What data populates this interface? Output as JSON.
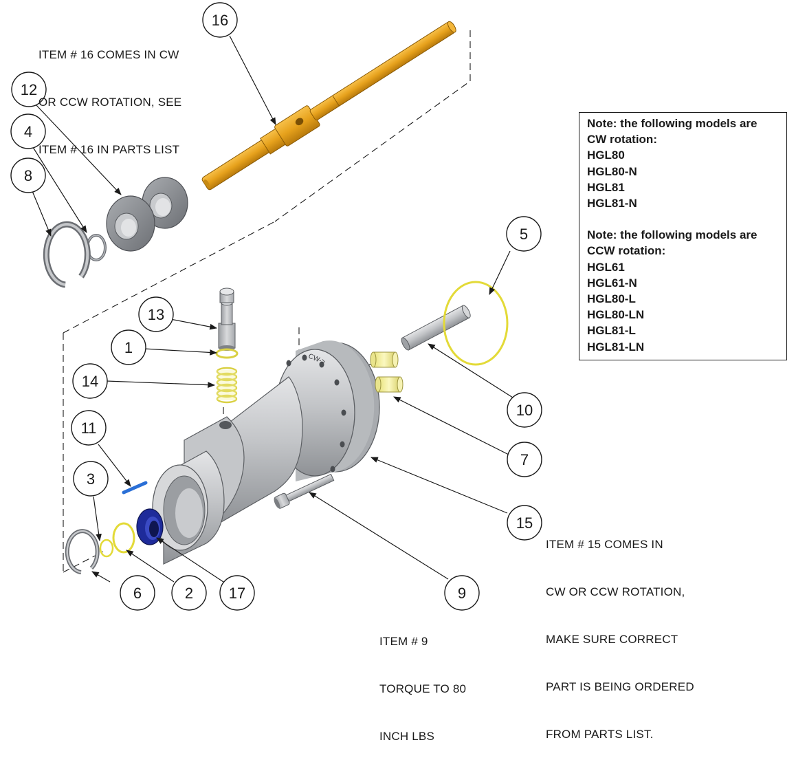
{
  "callouts": [
    {
      "id": "c16",
      "num": "16"
    },
    {
      "id": "c12",
      "num": "12"
    },
    {
      "id": "c4",
      "num": "4"
    },
    {
      "id": "c8",
      "num": "8"
    },
    {
      "id": "c5",
      "num": "5"
    },
    {
      "id": "c13",
      "num": "13"
    },
    {
      "id": "c1",
      "num": "1"
    },
    {
      "id": "c14",
      "num": "14"
    },
    {
      "id": "c11",
      "num": "11"
    },
    {
      "id": "c3",
      "num": "3"
    },
    {
      "id": "c10",
      "num": "10"
    },
    {
      "id": "c7",
      "num": "7"
    },
    {
      "id": "c15",
      "num": "15"
    },
    {
      "id": "c6",
      "num": "6"
    },
    {
      "id": "c2",
      "num": "2"
    },
    {
      "id": "c17",
      "num": "17"
    },
    {
      "id": "c9",
      "num": "9"
    }
  ],
  "notes": {
    "item16": [
      "ITEM # 16 COMES IN CW",
      "OR CCW ROTATION, SEE",
      "ITEM # 16 IN PARTS LIST"
    ],
    "item15": [
      "ITEM # 15 COMES IN",
      "CW OR CCW ROTATION,",
      "MAKE SURE CORRECT",
      "PART IS BEING ORDERED",
      "FROM PARTS LIST."
    ],
    "item9": [
      "ITEM # 9",
      "TORQUE TO 80",
      "INCH LBS"
    ]
  },
  "models_box": {
    "cw_heading": [
      "Note: the following models are",
      "CW rotation:"
    ],
    "cw_models": [
      "HGL80",
      "HGL80-N",
      "HGL81",
      "HGL81-N"
    ],
    "ccw_heading": [
      "Note: the following models are",
      "CCW rotation:"
    ],
    "ccw_models": [
      "HGL61",
      "HGL61-N",
      "HGL80-L",
      "HGL80-LN",
      "HGL81-L",
      "HGL81-LN"
    ]
  },
  "housing_marking": "CW->",
  "colors": {
    "shaft": "#e6a11c",
    "yellow_part": "#f2ee7a",
    "seal_blue": "#1e2b9a",
    "pin_blue": "#2a6fd6",
    "steel": "#b9bcc0",
    "dark_steel": "#8c8f94"
  }
}
